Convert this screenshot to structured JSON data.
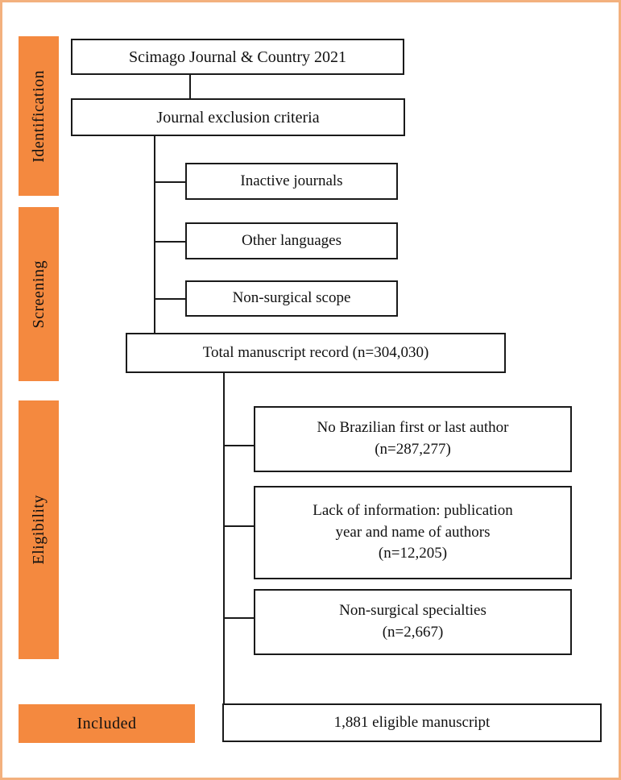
{
  "diagram": {
    "type": "flowchart",
    "stages": [
      {
        "label": "Identification"
      },
      {
        "label": "Screening"
      },
      {
        "label": "Eligibility"
      },
      {
        "label": "Included"
      }
    ],
    "boxes": {
      "source": "Scimago Journal & Country 2021",
      "exclusion": "Journal exclusion criteria",
      "inactive": "Inactive journals",
      "languages": "Other languages",
      "scope": "Non-surgical scope",
      "total": "Total manuscript record (n=304,030)",
      "no_brazilian": "No Brazilian first or last author\n(n=287,277)",
      "lack_info": "Lack of information: publication\nyear and name of authors\n(n=12,205)",
      "specialties": "Non-surgical specialties\n(n=2,667)",
      "included": "1,881 eligible manuscript"
    },
    "counts": {
      "total_manuscript_record": "304,030",
      "no_brazilian_first_or_last_author": "287,277",
      "lack_of_information": "12,205",
      "non_surgical_specialties": "2,667",
      "eligible_manuscripts": "1,881"
    },
    "colors": {
      "stage_bar_fill": "#f4893f",
      "outer_frame_border": "#f3b17e",
      "box_border": "#1a1a1a",
      "box_fill": "#ffffff",
      "text": "#111111"
    }
  }
}
